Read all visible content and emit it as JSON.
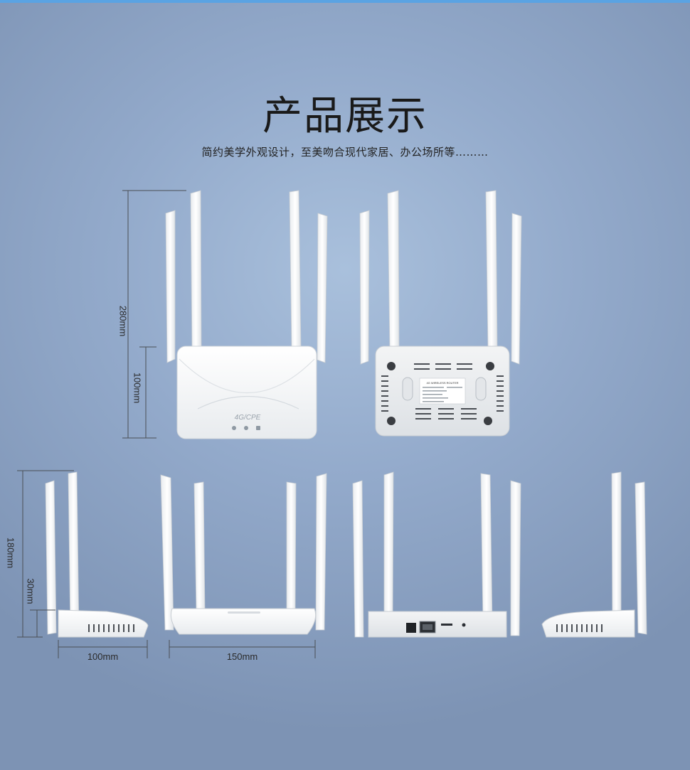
{
  "header": {
    "title": "产品展示",
    "subtitle": "简约美学外观设计，至美吻合现代家居、办公场所等………"
  },
  "dimensions": {
    "total_height": "280mm",
    "body_height": "100mm",
    "side_height": "180mm",
    "side_body_height": "30mm",
    "depth": "100mm",
    "width": "150mm"
  },
  "product": {
    "logo_text": "4G/CPE",
    "label_title": "4G WIRELESS ROUTER"
  },
  "colors": {
    "background": "#93aacb",
    "device": "#f5f6f7",
    "accent_bar": "#5aa3e3"
  }
}
